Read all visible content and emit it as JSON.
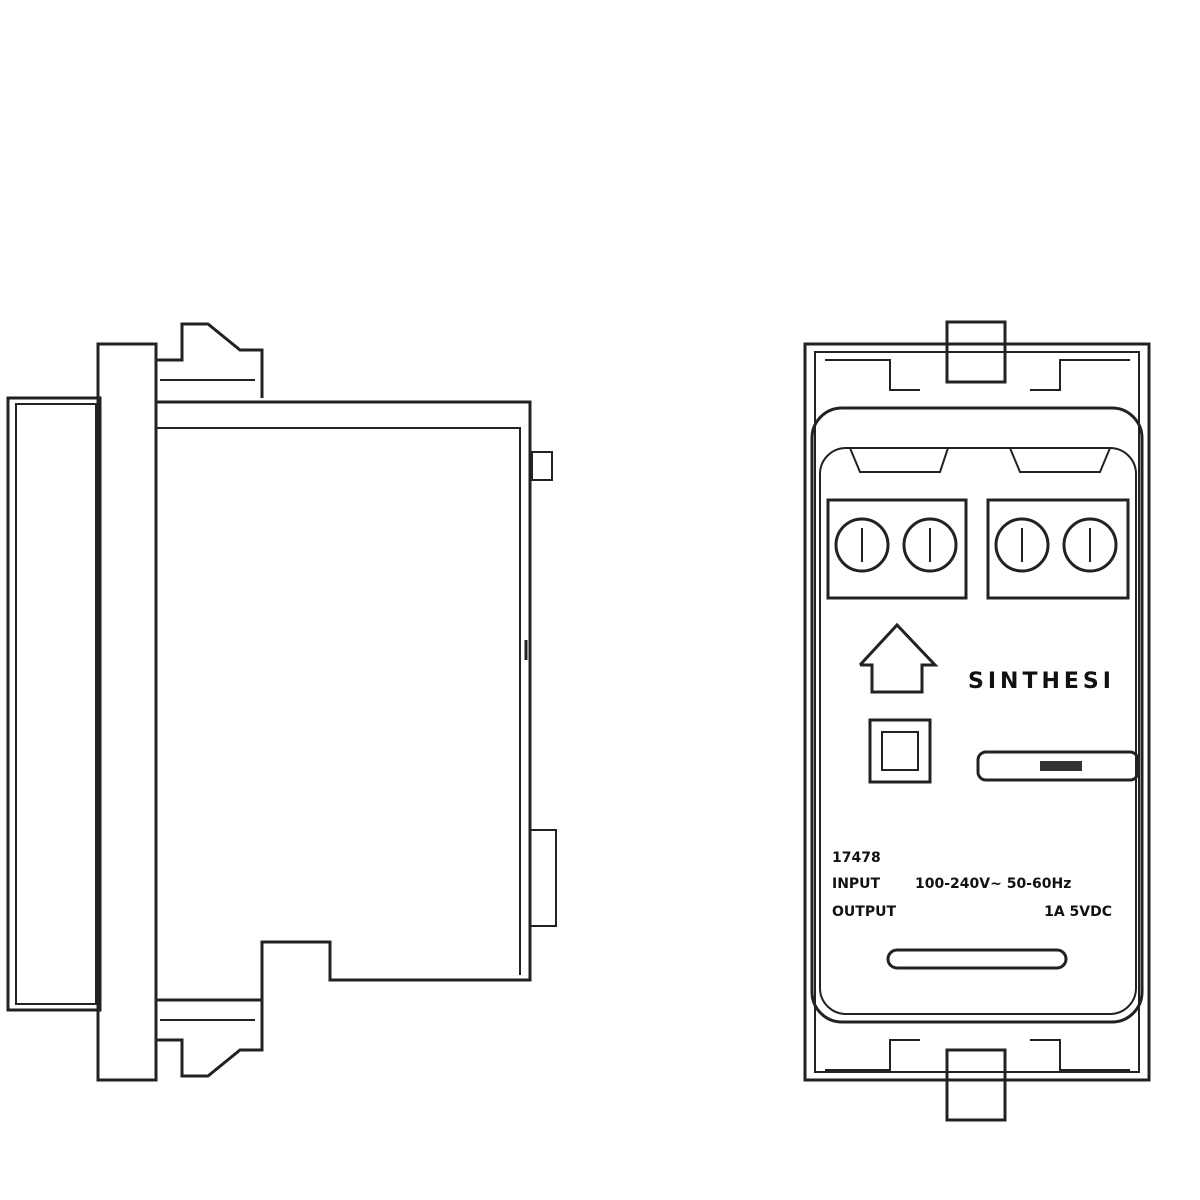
{
  "drawing": {
    "brand": "SINTHESI",
    "model_code": "17478",
    "input_label": "INPUT",
    "input_value": "100-240V~ 50-60Hz",
    "output_label": "OUTPUT",
    "output_value": "1A 5VDC",
    "icons": [
      "house-icon",
      "square-button-icon"
    ],
    "line_color": "#222222"
  }
}
